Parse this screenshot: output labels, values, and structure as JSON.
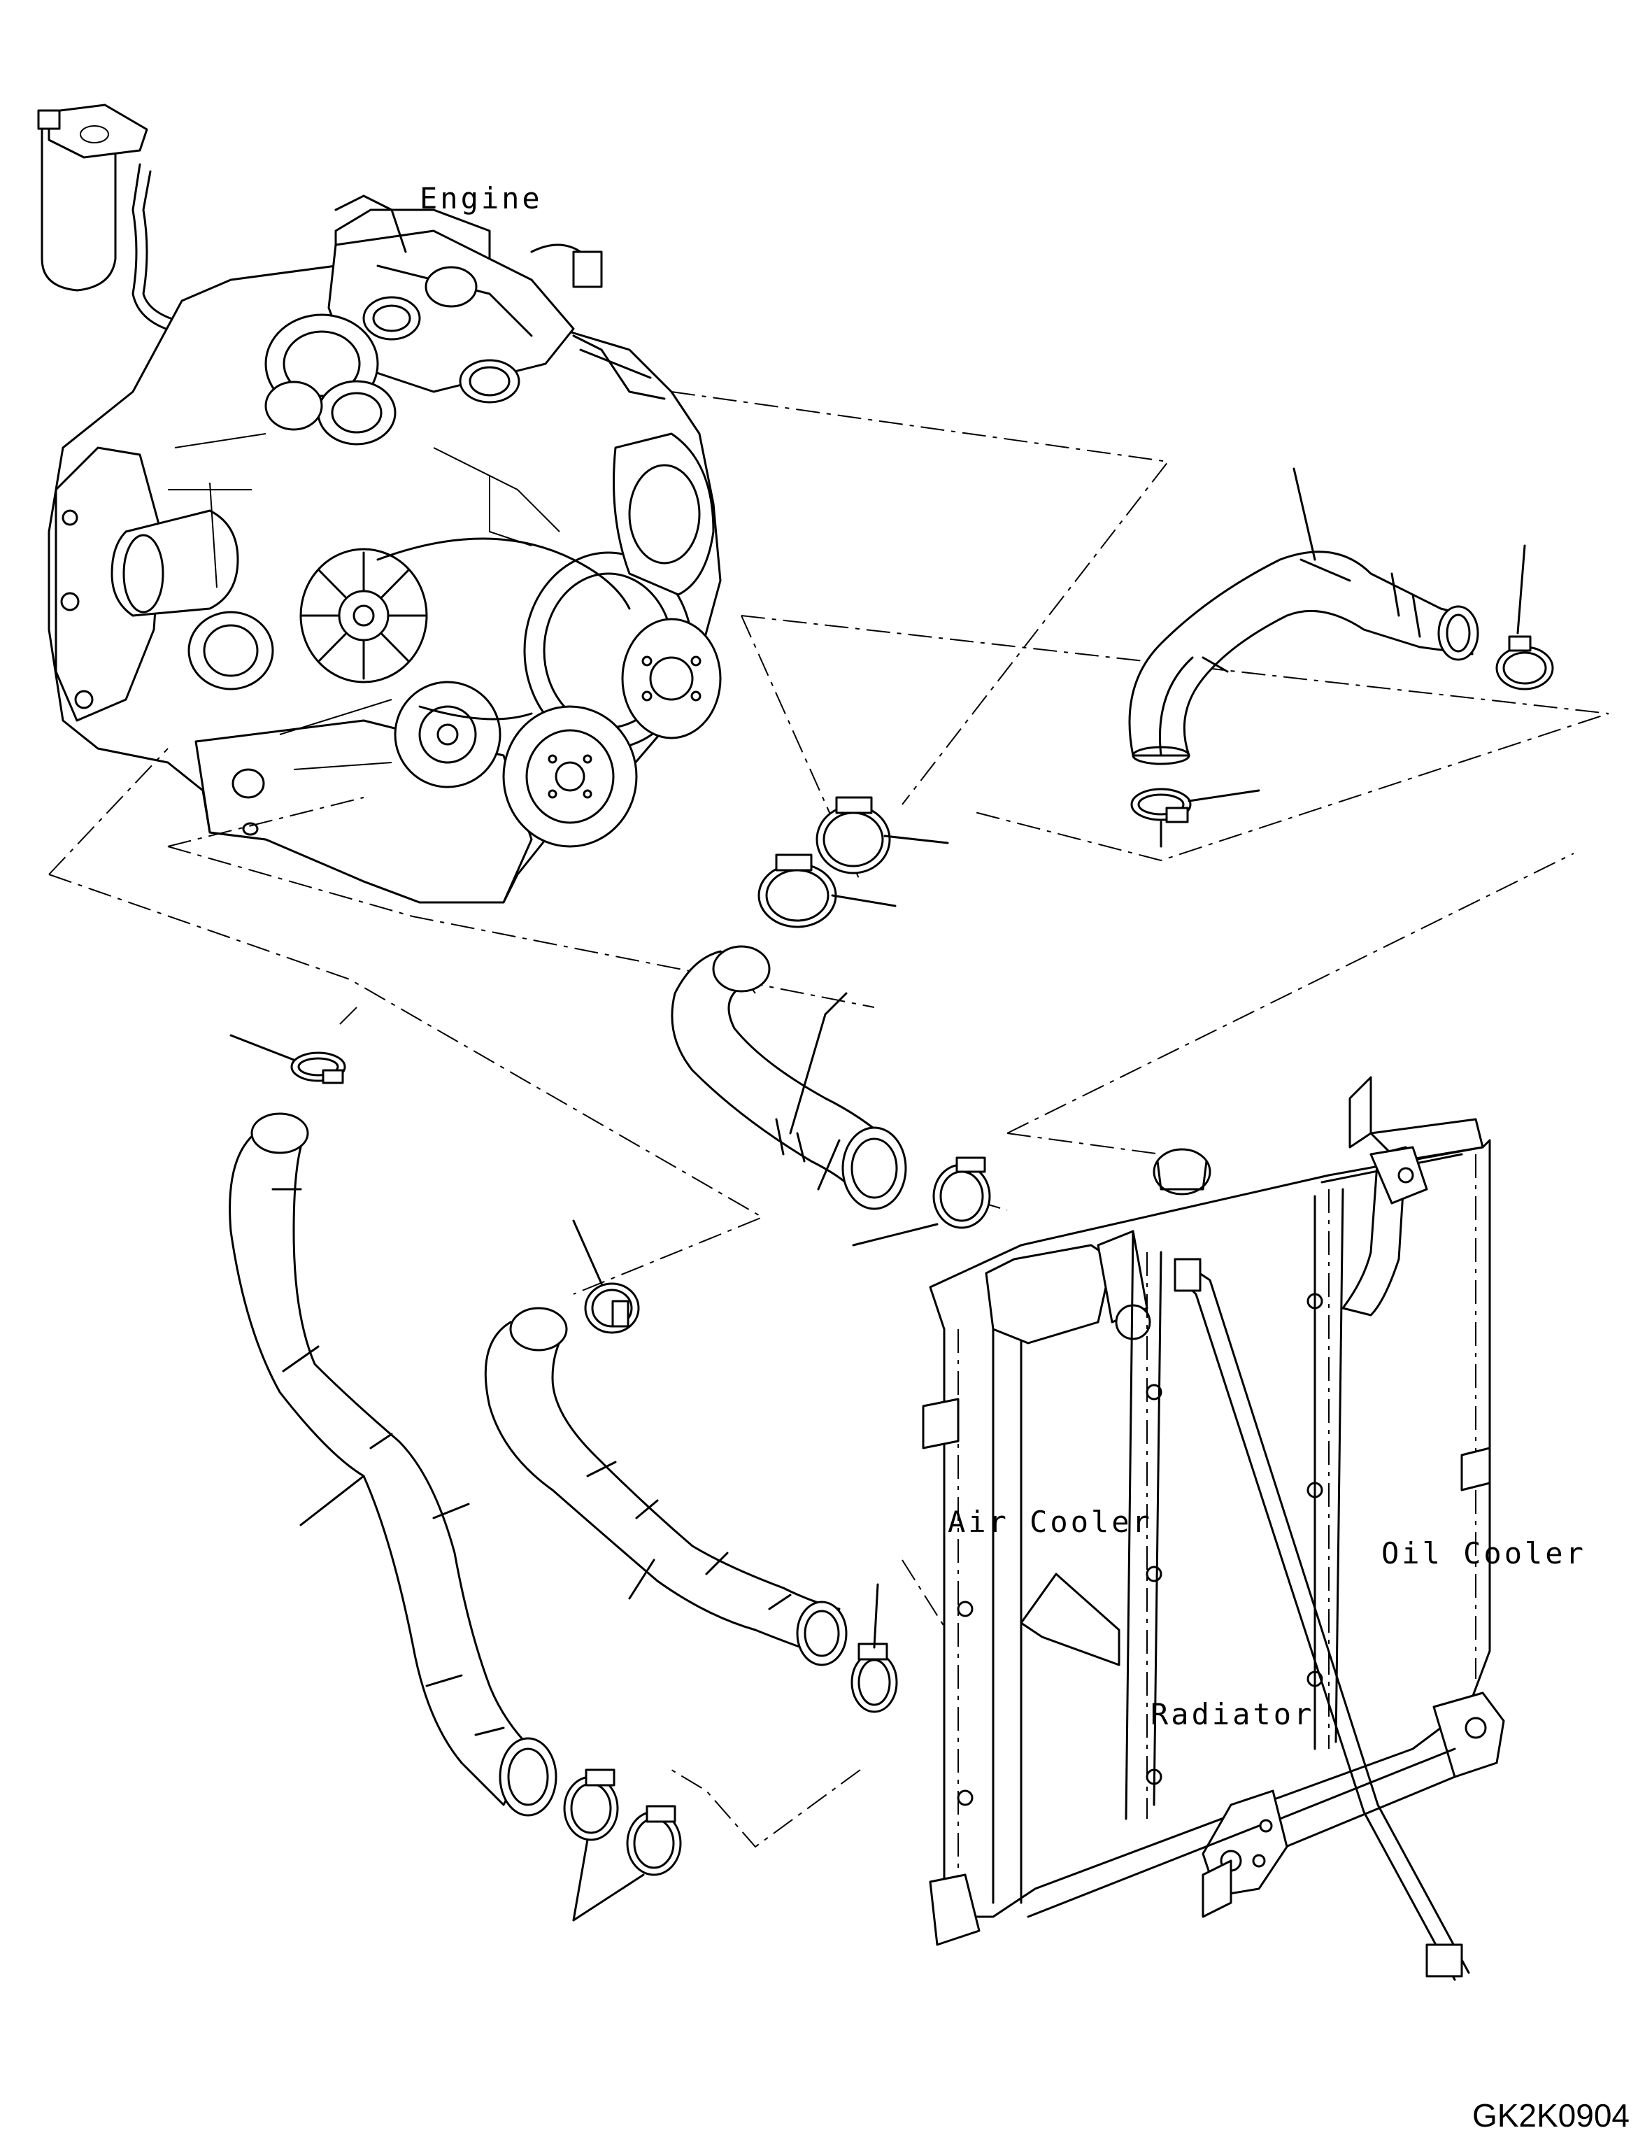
{
  "labels": {
    "engine": "Engine",
    "air_cooler": "Air Cooler",
    "oil_cooler": "Oil Cooler",
    "radiator": "Radiator"
  },
  "drawing_code": "GK2K0904"
}
